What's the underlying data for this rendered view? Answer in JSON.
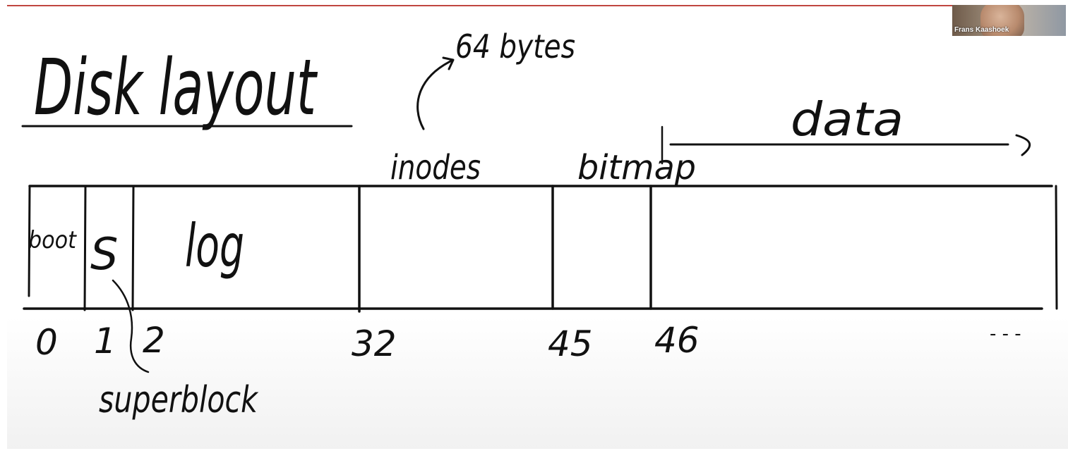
{
  "whiteboard": {
    "title": "Disk layout",
    "annotation_inode_size": "64 bytes",
    "label_inodes": "inodes",
    "label_bitmap": "bitmap",
    "label_data": "data",
    "segments": {
      "boot": "boot",
      "superblock": "S",
      "log": "log"
    },
    "block_numbers": [
      "0",
      "1",
      "2",
      "32",
      "45",
      "46"
    ],
    "continuation": "- - -",
    "label_superblock": "superblock"
  },
  "video_tile": {
    "participant_name": "Frans Kaashoek"
  },
  "colors": {
    "ink": "#111111",
    "top_rule": "#c0463f"
  }
}
